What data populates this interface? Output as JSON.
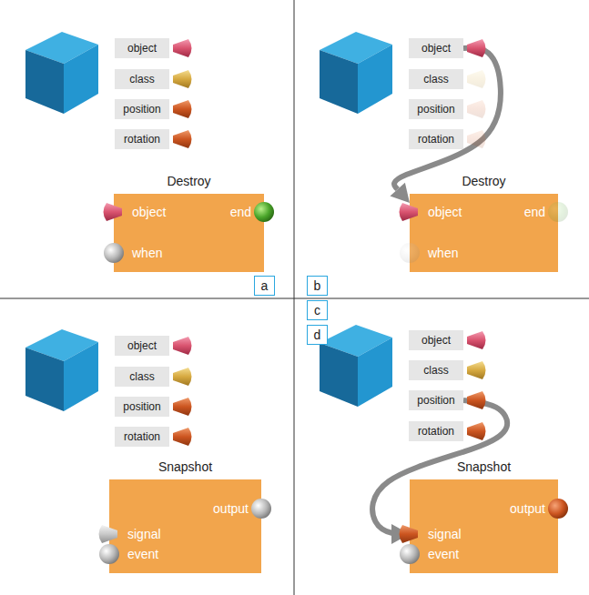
{
  "diagram": {
    "nodes": [
      {
        "text": [
          "object"
        ]
      },
      {
        "text": [
          "class"
        ]
      },
      {
        "text": [
          "position"
        ]
      },
      {
        "text": [
          "rotation"
        ]
      },
      {
        "text": [
          "Destroy",
          "object",
          "end",
          "when"
        ]
      },
      {
        "text": [
          "a"
        ]
      },
      {
        "text": [
          "object"
        ]
      },
      {
        "text": [
          "class"
        ]
      },
      {
        "text": [
          "position"
        ]
      },
      {
        "text": [
          "rotation"
        ]
      },
      {
        "text": [
          "Destroy",
          "object",
          "end",
          "when"
        ]
      },
      {
        "text": [
          "b"
        ]
      },
      {
        "text": [
          "object"
        ]
      },
      {
        "text": [
          "class"
        ]
      },
      {
        "text": [
          "position"
        ]
      },
      {
        "text": [
          "rotation"
        ]
      },
      {
        "text": [
          "Snapshot",
          "signal",
          "output",
          "event"
        ]
      },
      {
        "text": [
          "c"
        ]
      },
      {
        "text": [
          "object"
        ]
      },
      {
        "text": [
          "class"
        ]
      },
      {
        "text": [
          "position"
        ]
      },
      {
        "text": [
          "rotation"
        ]
      },
      {
        "text": [
          "Snapshot",
          "signal",
          "output",
          "event"
        ]
      },
      {
        "text": [
          "d"
        ]
      }
    ],
    "edges": [
      {
        "from": 6,
        "to": 10,
        "arrow": "to"
      },
      {
        "from": 20,
        "to": 22,
        "arrow": "to"
      }
    ]
  }
}
